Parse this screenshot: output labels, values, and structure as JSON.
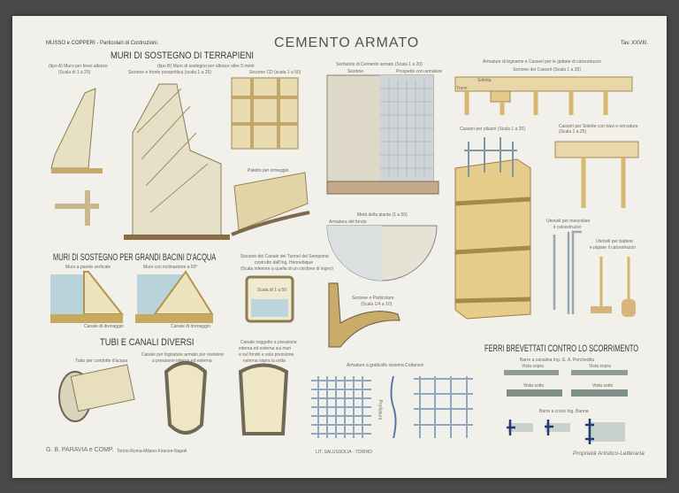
{
  "header": {
    "publisher": "MUSSO e COPPERI - Particolari di Costruzioni.",
    "title": "CEMENTO ARMATO",
    "plate": "Tav. XXVIII."
  },
  "sections": {
    "retaining_walls": {
      "title": "MURI DI SOSTEGNO DI TERRAPIENI",
      "cap_a": "(tipo A) Muro per brevi altezze",
      "cap_a2": "(Scala di 1 a 25)",
      "cap_b": "(tipo B) Muro di sostegno per altezze oltre 5 metri",
      "cap_b2": "Sezione e fronte prospettica (scala 1 a 25)",
      "cap_c": "Sezione CD (scala 1 a 50)",
      "cap_d": "Paletto per ormeggio"
    },
    "reservoir": {
      "title": "MURI DI SOSTEGNO PER GRANDI BACINI D'ACQUA",
      "cap_vertical": "Muro a parete verticale",
      "cap_incline": "Muro con inclinazione a 60°",
      "drain": "Canale di drenaggio",
      "simplon_1": "Sezione del Canale del Tunnel del Sempione",
      "simplon_2": "costrutto dall'Ing. Hennebique",
      "simplon_3": "(Scala inferiore a quella di un cordone di legno)",
      "scale": "Scala di 1 a 50"
    },
    "pipes": {
      "title": "TUBI E CANALI DIVERSI",
      "cap_pipe": "Tubo per condotte d'acqua",
      "cap_sewer_1": "Canale per fognature armato per resistere",
      "cap_sewer_2": "a pressione interna ed esterna",
      "cap_canal_1": "Canale soggetto a pressione",
      "cap_canal_2": "interna ed esterna sui muri",
      "cap_canal_3": "e sul fondo e sola pressione",
      "cap_canal_4": "esterna sopra la volta"
    },
    "tank": {
      "cap": "Serbatoio di Cemento armato (Scala 1 a 20)",
      "section": "Sezione",
      "elevation": "Prospetto con armature",
      "half_plan": "Metà della pianta (1 a 50)",
      "bottom": "Armatura del fondo",
      "detail": "Sezione e Particolare",
      "detail_scale": "(Scala 1/4 a 10)"
    },
    "formwork": {
      "cap": "Armature di legname e Casseri per le gettate di calcestruzzo",
      "section": "Sezione dei Casseri (Scala 1 a 25)",
      "soletta": "Soletta",
      "trave": "Trave",
      "pillars": "Casseri per pilastri (Scala 1 a 20)",
      "slabs": "Casseri per Solette con travi e nervature (Scala 1 a 25)",
      "tools_mix_1": "Utensili per mescolare",
      "tools_mix_2": "il calcestruzzo",
      "tools_beat_1": "Utensili per battere",
      "tools_beat_2": "e pigiare il calcestruzzo"
    },
    "mesh": {
      "cap": "Armature a graticolle sistema Cottancin",
      "profile": "Profilatura"
    },
    "bars": {
      "title": "FERRI BREVETTATI CONTRO LO SCORRIMENTO",
      "porcheddu": "Barre a canalina Ing. G. A. Porcheddu",
      "top_view": "Vista sopra",
      "bottom_view": "Vista sotto",
      "banna": "Barre a croce Ing. Banna"
    }
  },
  "footer": {
    "printer": "G. B. PARAVIA e COMP.",
    "cities": "Torino-Roma-Milano-Firenze-Napoli",
    "litho": "LIT. SALUSSOLIA - TORINO",
    "rights": "Proprietà Artistico-Letteraria"
  },
  "colors": {
    "paper": "#f1f0eb",
    "concrete": "#e6dcb4",
    "wood": "#e2c98a",
    "water": "#b9d3da",
    "steel": "#8fa8c0"
  }
}
